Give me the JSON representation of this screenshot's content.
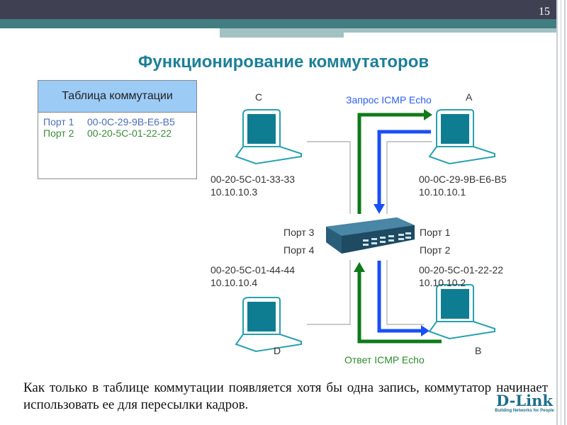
{
  "page_number": "15",
  "title": "Функционирование коммутаторов",
  "switch_table": {
    "header": "Таблица коммутации",
    "rows": [
      {
        "port": "Порт 1",
        "mac": "00-0C-29-9B-E6-B5"
      },
      {
        "port": "Порт 2",
        "mac": "00-20-5C-01-22-22"
      }
    ]
  },
  "diagram": {
    "hosts": [
      {
        "label": "C",
        "mac": "00-20-5C-01-33-33",
        "ip": "10.10.10.3"
      },
      {
        "label": "A",
        "mac": "00-0C-29-9B-E6-B5",
        "ip": "10.10.10.1"
      },
      {
        "label": "D",
        "mac": "00-20-5C-01-44-44",
        "ip": "10.10.10.4"
      },
      {
        "label": "B",
        "mac": "00-20-5C-01-22-22",
        "ip": "10.10.10.2"
      }
    ],
    "ports": [
      "Порт 1",
      "Порт 2",
      "Порт 3",
      "Порт 4"
    ],
    "request_label": "Запрос ICMP Echo",
    "reply_label": "Ответ ICMP Echo",
    "colors": {
      "request": "#1a4ff5",
      "reply": "#0f7a1a",
      "screen": "#0f7d91"
    }
  },
  "body_text": "Как только в таблице коммутации появляется хотя бы одна запись, коммутатор начинает использовать ее для пересылки кадров.",
  "logo": {
    "name": "D-Link",
    "tagline": "Building Networks for People"
  }
}
